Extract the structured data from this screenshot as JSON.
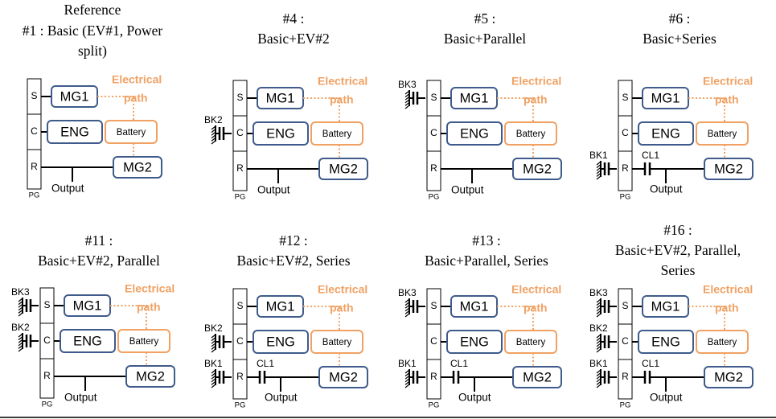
{
  "colors": {
    "box_stroke": "#3f5b8b",
    "battery_stroke": "#f0a163",
    "electrical_path": "#f0a163",
    "line": "#000000"
  },
  "labels": {
    "sun": "S",
    "carrier": "C",
    "ring": "R",
    "planetary_gear": "PG",
    "mg1": "MG1",
    "mg2": "MG2",
    "engine": "ENG",
    "battery": "Battery",
    "electrical_path_line1": "Electrical",
    "electrical_path_line2": "path",
    "output": "Output"
  },
  "panels": [
    {
      "title": [
        "Reference",
        "#1 : Basic (EV#1, Power",
        "split)"
      ],
      "bk3": "",
      "bk2": "",
      "bk1": "",
      "cl1": ""
    },
    {
      "title": [
        "#4 :",
        "Basic+EV#2"
      ],
      "bk3": "",
      "bk2": "BK2",
      "bk1": "",
      "cl1": ""
    },
    {
      "title": [
        "#5 :",
        "Basic+Parallel"
      ],
      "bk3": "BK3",
      "bk2": "",
      "bk1": "",
      "cl1": ""
    },
    {
      "title": [
        "#6 :",
        "Basic+Series"
      ],
      "bk3": "",
      "bk2": "",
      "bk1": "BK1",
      "cl1": "CL1"
    },
    {
      "title": [
        "#11 :",
        "Basic+EV#2, Parallel"
      ],
      "bk3": "BK3",
      "bk2": "BK2",
      "bk1": "",
      "cl1": ""
    },
    {
      "title": [
        "#12 :",
        "Basic+EV#2, Series"
      ],
      "bk3": "",
      "bk2": "BK2",
      "bk1": "BK1",
      "cl1": "CL1"
    },
    {
      "title": [
        "#13 :",
        "Basic+Parallel, Series"
      ],
      "bk3": "BK3",
      "bk2": "",
      "bk1": "BK1",
      "cl1": "CL1"
    },
    {
      "title": [
        "#16 :",
        "Basic+EV#2, Parallel,",
        "Series"
      ],
      "bk3": "BK3",
      "bk2": "BK2",
      "bk1": "BK1",
      "cl1": "CL1"
    }
  ]
}
